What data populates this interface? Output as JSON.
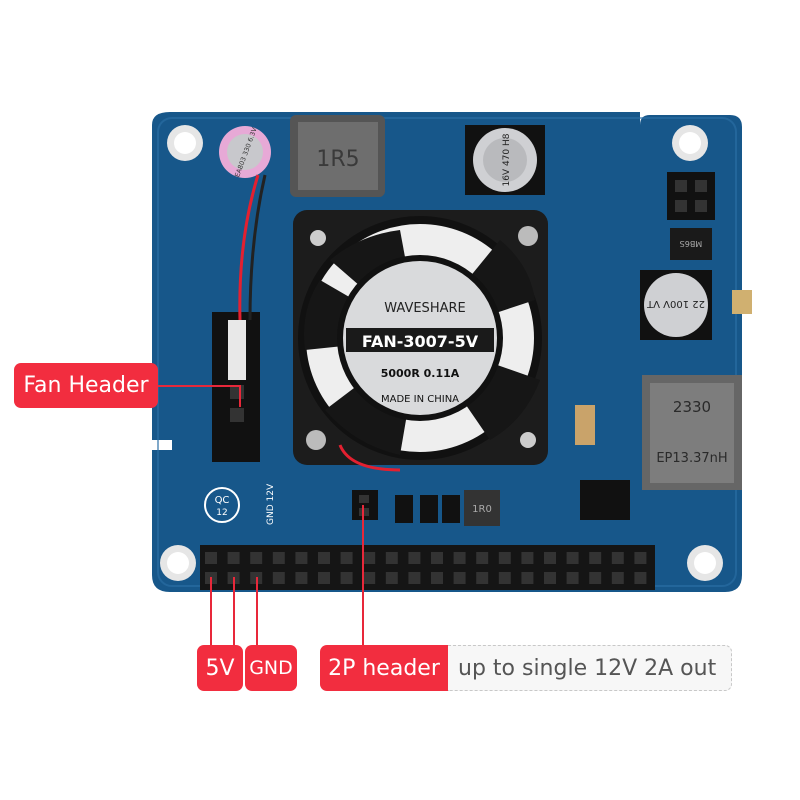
{
  "callouts": {
    "fan_header": "Fan Header",
    "pin_5v": "5V",
    "pin_gnd": "GND",
    "header_2p": "2P header",
    "header_2p_note": "up to single 12V 2A out"
  },
  "fan_label": {
    "brand": "WAVESHARE",
    "model": "FAN-3007-5V",
    "spec": "5000R  0.11A",
    "origin": "MADE IN CHINA"
  },
  "board_markings": {
    "inductor_top": "1R5",
    "inductor_small": "1R0",
    "transformer_1": "2330",
    "transformer_2": "EP13.37nH",
    "cap_right": "22 100V VT",
    "cap_top": "16V 470 H8",
    "cap_pink": "EA803 330 6.3V",
    "qc": "QC 12",
    "header_silk": "GND 12V",
    "bridge": "MB6S"
  },
  "colors": {
    "pcb": "#17578a",
    "callout": "#f22d3f",
    "fan": "#1a1a1a"
  }
}
